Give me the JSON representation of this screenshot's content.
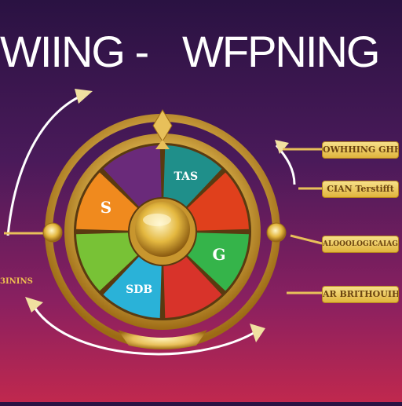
{
  "title": {
    "left_word": "WIING -",
    "right_word": "WFPNING"
  },
  "wheel": {
    "segments": [
      {
        "label": "",
        "color": "#6a2a7a"
      },
      {
        "label": "TAS",
        "color": "#1f8f8a"
      },
      {
        "label": "",
        "color": "#e0401c"
      },
      {
        "label": "G",
        "color": "#35b44a"
      },
      {
        "label": "",
        "color": "#d8332a"
      },
      {
        "label": "SDB",
        "color": "#2ab2d8"
      },
      {
        "label": "",
        "color": "#78c236"
      },
      {
        "label": "S",
        "color": "#f08a1e"
      }
    ]
  },
  "labels": {
    "right_1": "OWHHING GHHHS",
    "right_2": "CIAN Terstifft",
    "right_3": "ALOOOLOGICAIAGASS",
    "right_4": "AR BRITHOUIHT",
    "left_1": "3ININS"
  },
  "colors": {
    "gold": "#e8c05a",
    "gold_dark": "#b8861e",
    "title_white": "#ffffff"
  }
}
